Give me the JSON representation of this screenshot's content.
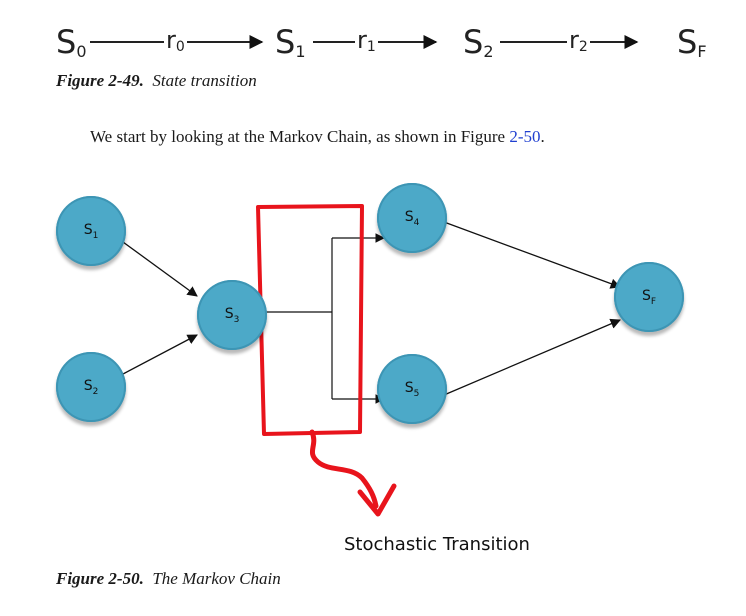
{
  "state_transition": {
    "states": [
      {
        "base": "S",
        "sub": "0"
      },
      {
        "base": "S",
        "sub": "1"
      },
      {
        "base": "S",
        "sub": "2"
      },
      {
        "base": "S",
        "sub": "F"
      }
    ],
    "rewards": [
      {
        "base": "r",
        "sub": "0"
      },
      {
        "base": "r",
        "sub": "1"
      },
      {
        "base": "r",
        "sub": "2"
      }
    ]
  },
  "caption_249": {
    "label": "Figure 2-49.",
    "text": "State transition"
  },
  "paragraph": {
    "text_before": "We start by looking at the Markov Chain, as shown in Figure ",
    "ref": "2-50",
    "text_after": "."
  },
  "markov_chain": {
    "nodes": [
      {
        "id": "s1",
        "base": "S",
        "sub": "1"
      },
      {
        "id": "s2",
        "base": "S",
        "sub": "2"
      },
      {
        "id": "s3",
        "base": "S",
        "sub": "3"
      },
      {
        "id": "s4",
        "base": "S",
        "sub": "4"
      },
      {
        "id": "s5",
        "base": "S",
        "sub": "5"
      },
      {
        "id": "sf",
        "base": "S",
        "sub": "F"
      }
    ],
    "annotation": "Stochastic Transition",
    "node_color": "#4ca9c8",
    "highlight_color": "#e8141c"
  },
  "caption_250": {
    "label": "Figure 2-50.",
    "text": "The Markov Chain"
  }
}
